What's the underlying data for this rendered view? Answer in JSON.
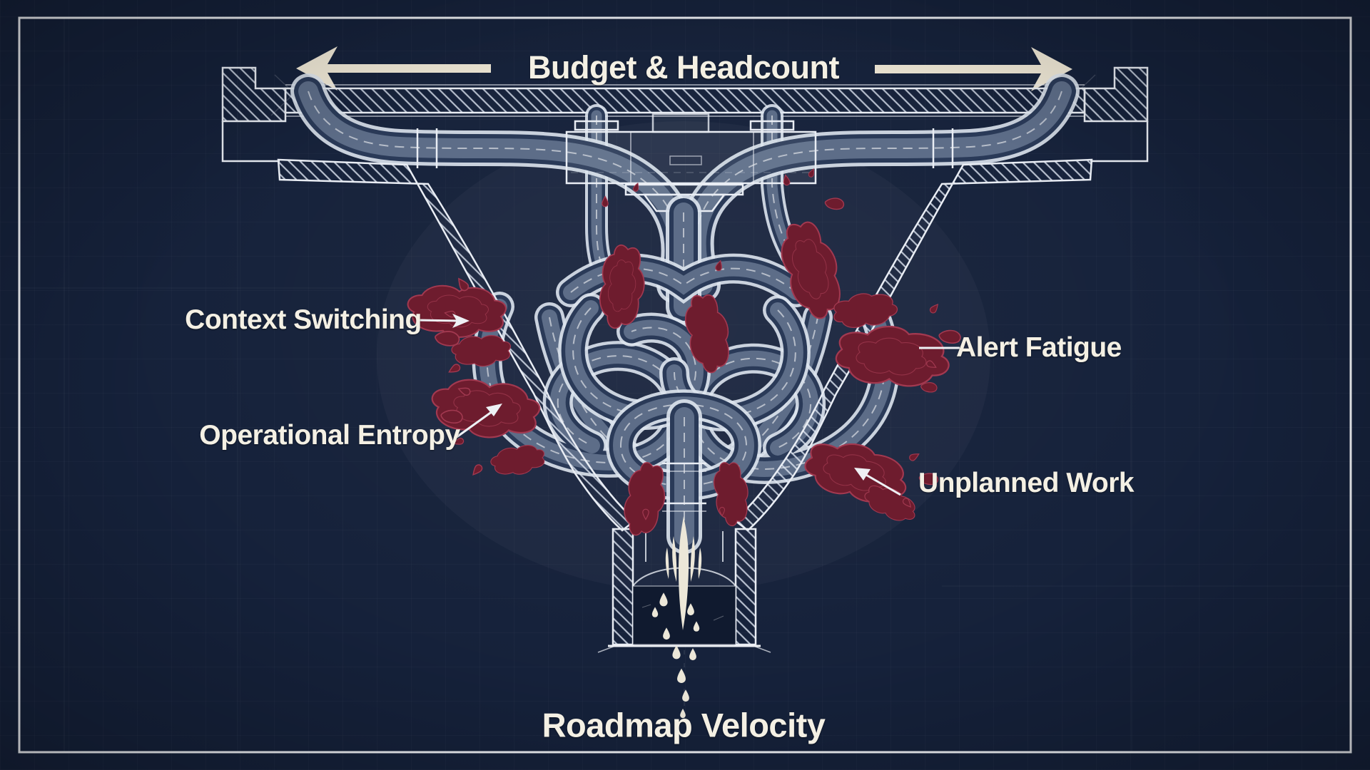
{
  "title": {
    "label": "Budget & Headcount"
  },
  "callouts": [
    {
      "id": "context-switching",
      "label": "Context Switching",
      "side": "left"
    },
    {
      "id": "operational-entropy",
      "label": "Operational Entropy",
      "side": "left"
    },
    {
      "id": "alert-fatigue",
      "label": "Alert Fatigue",
      "side": "right"
    },
    {
      "id": "unplanned-work",
      "label": "Unplanned Work",
      "side": "right"
    }
  ],
  "output": {
    "label": "Roadmap Velocity"
  },
  "colors": {
    "bg": "#15213a",
    "line": "#e9edf4",
    "text": "#f4f0e4",
    "arrow": "#efe8d6",
    "leak": "#6e1c2e",
    "leak2": "#a23950",
    "pipeL": "#dde4ee",
    "pipeD": "#2a3a58"
  }
}
